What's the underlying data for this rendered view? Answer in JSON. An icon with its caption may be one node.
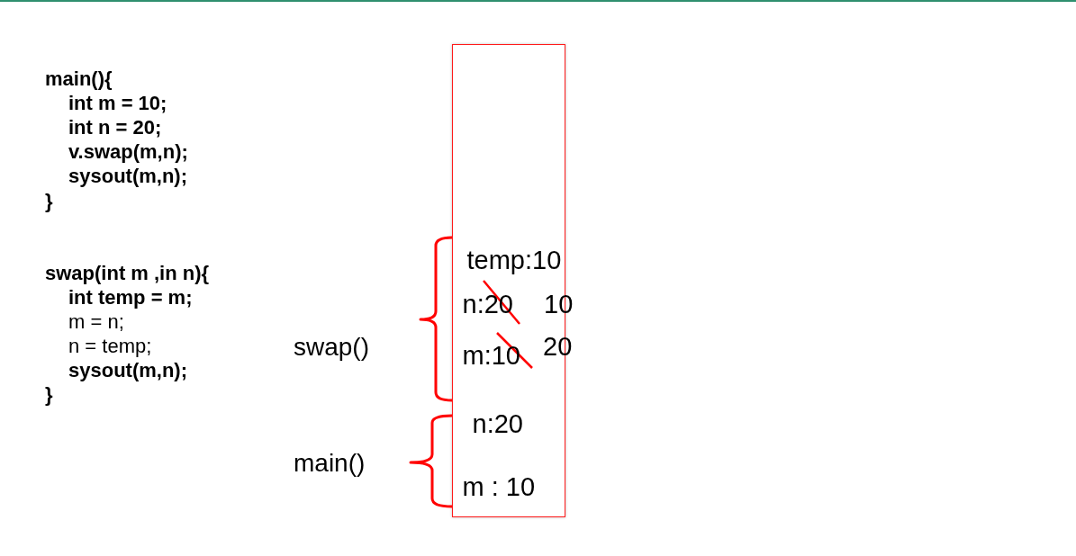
{
  "diagram": {
    "nodes": [
      {
        "text": [
          "temp:10",
          "n:20",
          "m:10",
          "n:20",
          "m : 10"
        ]
      }
    ],
    "labels": [
      "main(){",
      "int m = 10;",
      "int n = 20;",
      "v.swap(m,n);",
      "sysout(m,n);",
      "}",
      "swap(int m ,in n){",
      "int temp = m;",
      "m = n;",
      "n = temp;",
      "sysout(m,n);",
      "}",
      "swap()",
      "main()",
      "10",
      "20"
    ]
  }
}
